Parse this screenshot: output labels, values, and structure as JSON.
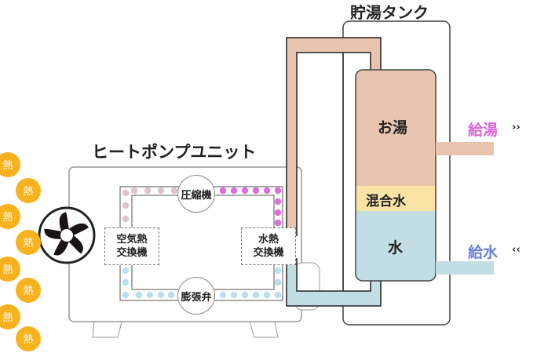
{
  "titles": {
    "heat_pump_unit": "ヒートポンプユニット",
    "storage_tank": "貯湯タンク"
  },
  "components": {
    "compressor": "圧縮機",
    "expansion_valve": "膨張弁",
    "air_heat_exchanger": [
      "空気熱",
      "交換機"
    ],
    "water_heat_exchanger": [
      "水熱",
      "交換機"
    ]
  },
  "tank_layers": {
    "hot_water": "お湯",
    "mixed_water": "混合水",
    "water": "水"
  },
  "outlets": {
    "hot_supply": "給湯",
    "hot_arrow": "››",
    "water_supply": "給水",
    "water_arrow": "‹‹"
  },
  "heat_label": "熱",
  "colors": {
    "hot": "#e9c4ae",
    "mixed": "#fbe3a6",
    "cold": "#c3dde4",
    "hot_supply_text": "#d964d9",
    "water_supply_text": "#6b7fd9",
    "heat_ball": "#f7b21e",
    "hot_dots": "#dd6fdd",
    "warm_dots": "#dfc1cf",
    "cold_dots": "#b8def0"
  }
}
